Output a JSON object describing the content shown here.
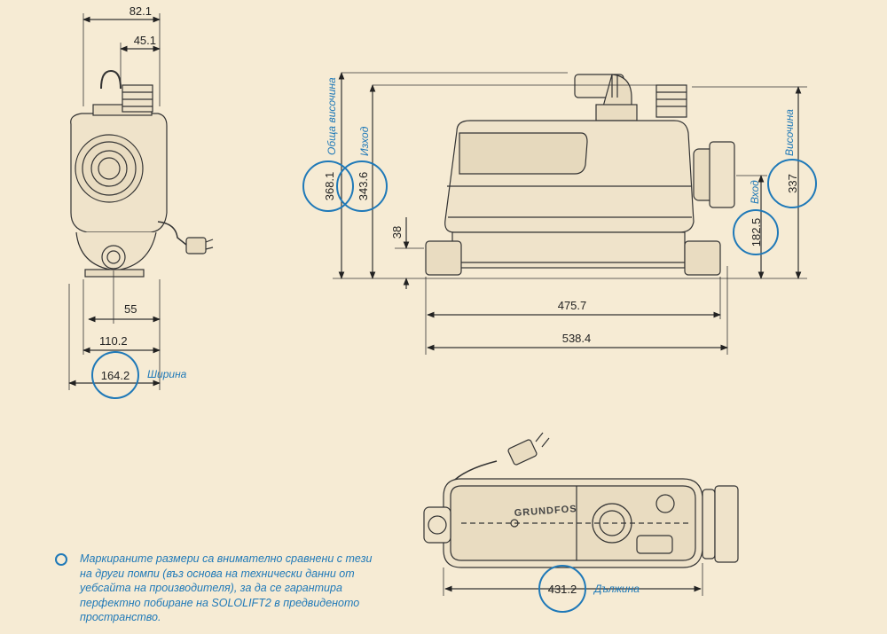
{
  "dimensions": {
    "side_top_overall": "82.1",
    "side_top_pipe": "45.1",
    "side_bottom_55": "55",
    "side_bottom_110": "110.2",
    "width_total": "164.2",
    "total_height": "368.1",
    "outlet_height": "343.6",
    "base_height": "38",
    "inlet_height": "182.5",
    "height": "337",
    "length_475": "475.7",
    "length_538": "538.4",
    "length": "431.2"
  },
  "labels": {
    "width": "Ширина",
    "total_height": "Обща височина",
    "outlet": "Изход",
    "inlet": "Вход",
    "height": "Височина",
    "length": "Дължина"
  },
  "brand": "GRUNDFOS",
  "note": "Маркираните размери са внимателно сравнени с тези на други помпи (въз основа на технически данни от уебсайта на производителя), за да се гарантира перфектно побиране на SOLOLIFT2 в предвиденото пространство.",
  "colors": {
    "background": "#f6ebd4",
    "highlight": "#1f79b8",
    "line": "#222222"
  }
}
